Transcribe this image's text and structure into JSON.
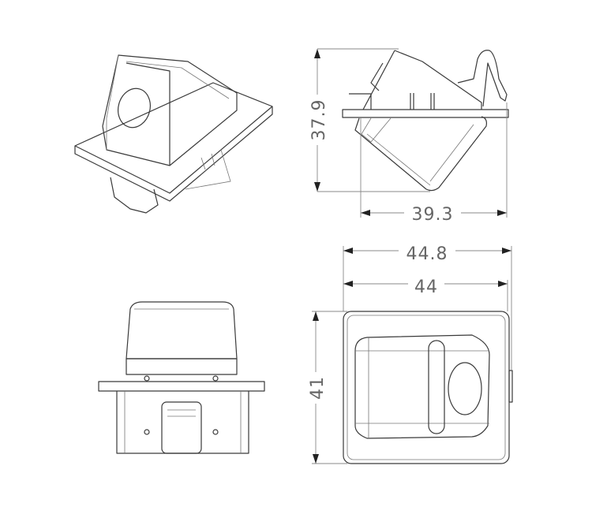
{
  "dimensions": {
    "side_height": "37.9",
    "side_width": "39.3",
    "front_outer_width": "44.8",
    "front_inner_width": "44",
    "front_height": "41"
  },
  "views": [
    "isometric-view",
    "side-view",
    "rear-view",
    "front-view"
  ],
  "colors": {
    "line": "#3a3a3a",
    "dimension": "#888888",
    "background": "#ffffff"
  }
}
